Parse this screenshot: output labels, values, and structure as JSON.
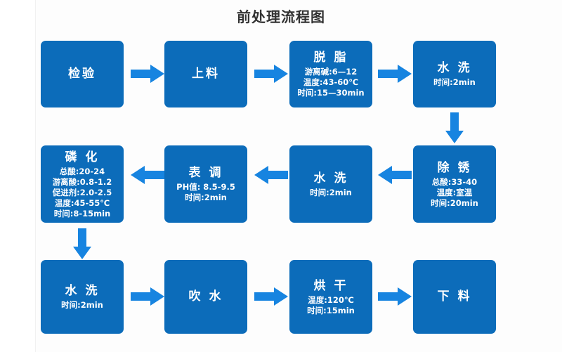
{
  "title": "前处理流程图",
  "colors": {
    "node_fill": "#0c6cba",
    "arrow_fill": "#1784e0",
    "title_text": "#333333",
    "node_text": "#ffffff",
    "page_background": "#ffffff"
  },
  "flow": {
    "rows": [
      {
        "direction": "left-to-right",
        "nodes": [
          {
            "id": "inspection",
            "label": "检验",
            "lines": []
          },
          {
            "id": "loading",
            "label": "上料",
            "lines": []
          },
          {
            "id": "degreasing",
            "label": "脱 脂",
            "lines": [
              "游离碱:6—12",
              "温度:43-60℃",
              "时间:15—30min"
            ]
          },
          {
            "id": "water-rinse-1",
            "label": "水 洗",
            "lines": [
              "时间:2min"
            ]
          }
        ]
      },
      {
        "direction": "right-to-left",
        "nodes": [
          {
            "id": "phosphating",
            "label": "磷 化",
            "lines": [
              "总酸:20-24",
              "游离酸:0.8-1.2",
              "促进剂:2.0-2.5",
              "温度:45-55℃",
              "时间:8-15min"
            ]
          },
          {
            "id": "surface-conditioning",
            "label": "表 调",
            "lines": [
              "PH值: 8.5-9.5",
              "时间:2min"
            ]
          },
          {
            "id": "water-rinse-2",
            "label": "水 洗",
            "lines": [
              "时间:2min"
            ]
          },
          {
            "id": "derusting",
            "label": "除 锈",
            "lines": [
              "总酸:33-40",
              "温度:室温",
              "时间:20min"
            ]
          }
        ]
      },
      {
        "direction": "left-to-right",
        "nodes": [
          {
            "id": "water-rinse-3",
            "label": "水 洗",
            "lines": [
              "时间:2min"
            ]
          },
          {
            "id": "air-blow",
            "label": "吹 水",
            "lines": []
          },
          {
            "id": "drying",
            "label": "烘 干",
            "lines": [
              "温度:120℃",
              "时间:15min"
            ]
          },
          {
            "id": "unloading",
            "label": "下 料",
            "lines": []
          }
        ]
      }
    ],
    "connectors": [
      {
        "id": "arrow-inspection-to-loading",
        "type": "arrow-right-icon"
      },
      {
        "id": "arrow-loading-to-degreasing",
        "type": "arrow-right-icon"
      },
      {
        "id": "arrow-degreasing-to-rinse1",
        "type": "arrow-right-icon"
      },
      {
        "id": "arrow-rinse1-to-derusting",
        "type": "arrow-down-icon"
      },
      {
        "id": "arrow-derusting-to-rinse2",
        "type": "arrow-left-icon"
      },
      {
        "id": "arrow-rinse2-to-surface",
        "type": "arrow-left-icon"
      },
      {
        "id": "arrow-surface-to-phosphating",
        "type": "arrow-left-icon"
      },
      {
        "id": "arrow-phosphating-to-rinse3",
        "type": "arrow-down-icon"
      },
      {
        "id": "arrow-rinse3-to-airblow",
        "type": "arrow-right-icon"
      },
      {
        "id": "arrow-airblow-to-drying",
        "type": "arrow-right-icon"
      },
      {
        "id": "arrow-drying-to-unloading",
        "type": "arrow-right-icon"
      }
    ]
  }
}
